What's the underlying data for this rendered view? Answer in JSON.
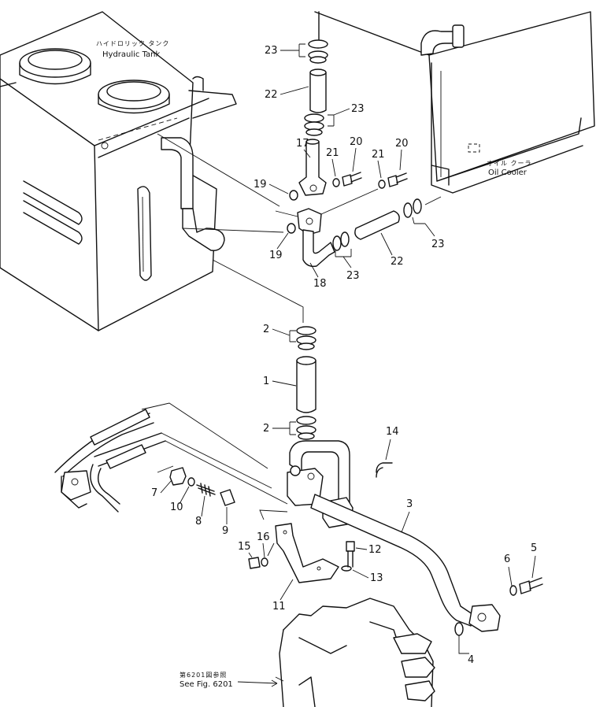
{
  "labels": {
    "hydraulic_tank_jp": "ハイドロリック タンク",
    "hydraulic_tank": "Hydraulic Tank",
    "oil_cooler_jp": "オイル クーラ",
    "oil_cooler": "Oil Cooler",
    "see_fig_jp": "第6201図参照",
    "see_fig": "See Fig. 6201"
  },
  "callouts": {
    "p1": "1",
    "p2a": "2",
    "p2b": "2",
    "p3": "3",
    "p4": "4",
    "p5": "5",
    "p6": "6",
    "p7": "7",
    "p8": "8",
    "p9": "9",
    "p10": "10",
    "p11": "11",
    "p12": "12",
    "p13": "13",
    "p14": "14",
    "p15": "15",
    "p16": "16",
    "p17": "17",
    "p18": "18",
    "p19a": "19",
    "p19b": "19",
    "p20a": "20",
    "p20b": "20",
    "p21a": "21",
    "p21b": "21",
    "p22a": "22",
    "p22b": "22",
    "p23a": "23",
    "p23b": "23",
    "p23c": "23",
    "p23d": "23"
  }
}
